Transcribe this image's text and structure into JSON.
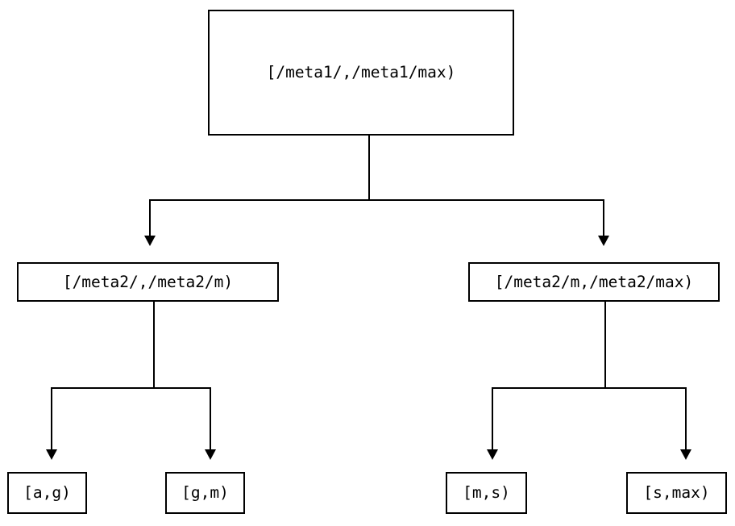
{
  "diagram": {
    "type": "tree",
    "title": "",
    "background_color": "#ffffff",
    "stroke_color": "#000000",
    "levels": 3,
    "nodes": {
      "root": {
        "label": "[/meta1/,/meta1/max)",
        "level": 0
      },
      "mid_left": {
        "label": "[/meta2/,/meta2/m)",
        "level": 1
      },
      "mid_right": {
        "label": "[/meta2/m,/meta2/max)",
        "level": 1
      },
      "leaf_1": {
        "label": "[a,g)",
        "level": 2
      },
      "leaf_2": {
        "label": "[g,m)",
        "level": 2
      },
      "leaf_3": {
        "label": "[m,s)",
        "level": 2
      },
      "leaf_4": {
        "label": "[s,max)",
        "level": 2
      }
    },
    "edges": [
      {
        "from": "root",
        "to": "mid_left",
        "arrow": "down"
      },
      {
        "from": "root",
        "to": "mid_right",
        "arrow": "down"
      },
      {
        "from": "mid_left",
        "to": "leaf_1",
        "arrow": "down"
      },
      {
        "from": "mid_left",
        "to": "leaf_2",
        "arrow": "down"
      },
      {
        "from": "mid_right",
        "to": "leaf_3",
        "arrow": "down"
      },
      {
        "from": "mid_right",
        "to": "leaf_4",
        "arrow": "down"
      }
    ]
  }
}
